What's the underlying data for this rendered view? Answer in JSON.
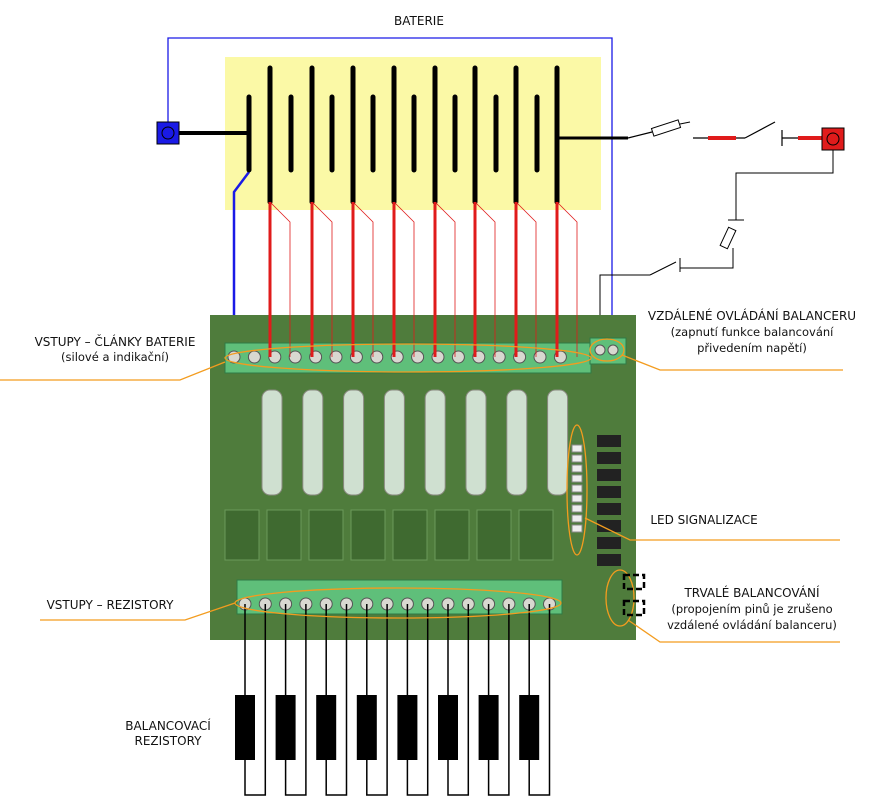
{
  "title": "BATERIE",
  "labels": {
    "inputs_cells": {
      "line1": "VSTUPY – ČLÁNKY BATERIE",
      "line2": "(silové a indikační)"
    },
    "remote": {
      "line1": "VZDÁLENÉ OVLÁDÁNÍ BALANCERU",
      "line2": "(zapnutí funkce balancování",
      "line3": "přivedením napětí)"
    },
    "led": {
      "line1": "LED SIGNALIZACE"
    },
    "permanent": {
      "line1": "TRVALÉ BALANCOVÁNÍ",
      "line2": "(propojením pinů je zrušeno",
      "line3": "vzdálené ovládání balanceru)"
    },
    "inputs_resistors": {
      "line1": "VSTUPY – REZISTORY"
    },
    "resistors": {
      "line1": "BALANCOVACÍ",
      "line2": "REZISTORY"
    }
  },
  "colors": {
    "battery_bg": "#fbf9a6",
    "pcb": "#4f7c3c",
    "terminal": "#5fbf7a",
    "callout": "#f39c1f",
    "negative": "#1a1ae6",
    "positive": "#e01b1b"
  }
}
